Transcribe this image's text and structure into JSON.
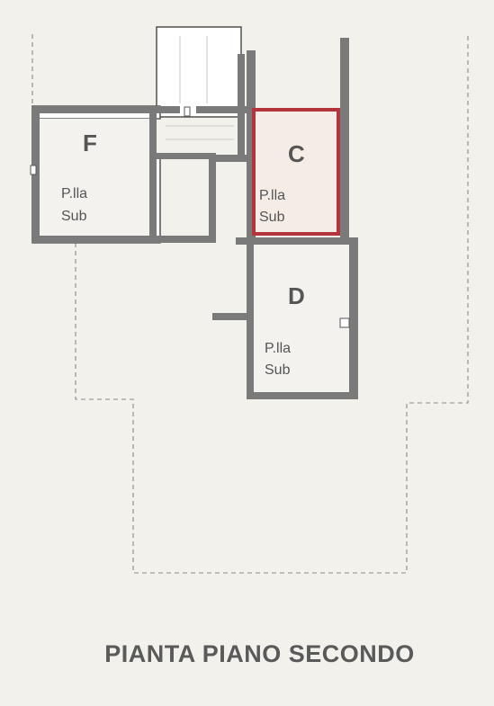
{
  "title": "PIANTA PIANO SECONDO",
  "colors": {
    "highlight": "#b3343c",
    "highlight_fill": "#f6ece6",
    "wall": "#5c5c5c"
  },
  "rooms": {
    "F": {
      "letter": "F",
      "line1": "P.lla",
      "line2": "Sub"
    },
    "C": {
      "letter": "C",
      "line1": "P.lla",
      "line2": "Sub"
    },
    "D": {
      "letter": "D",
      "line1": "P.lla",
      "line2": "Sub"
    }
  }
}
